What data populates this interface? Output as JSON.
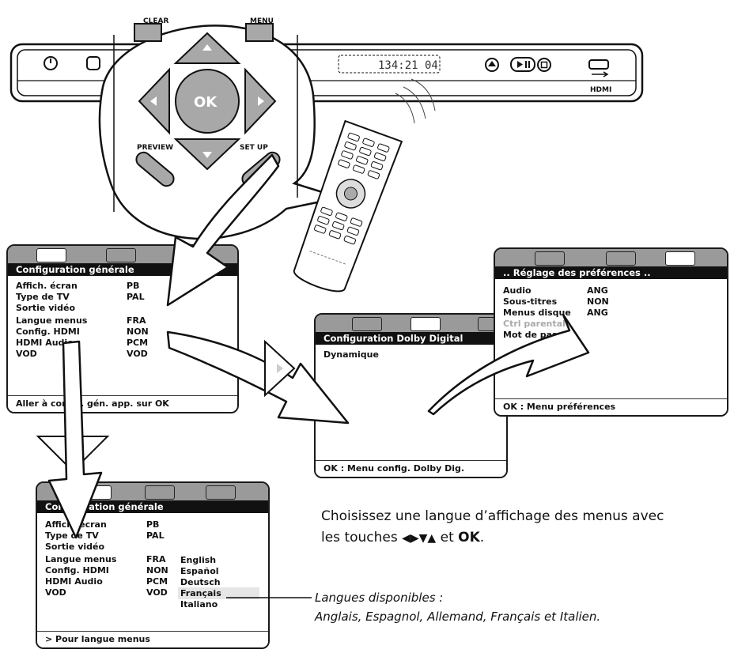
{
  "remote_zoom": {
    "clear_label": "CLEAR",
    "menu_label": "MENU",
    "ok_label": "OK",
    "preview_label": "PREVIEW",
    "setup_label": "SET UP"
  },
  "player": {
    "display_text": "134:21 04",
    "hdmi_label": "HDMI"
  },
  "screen_general": {
    "header": "Configuration  générale",
    "rows": [
      {
        "label": "Affich. écran",
        "value": "PB"
      },
      {
        "label": "Type de TV",
        "value": "PAL"
      },
      {
        "label": "Sortie vidéo",
        "value": ""
      },
      {
        "label": "Langue menus",
        "value": "FRA"
      },
      {
        "label": "Config. HDMI",
        "value": "NON"
      },
      {
        "label": "HDMI Audio",
        "value": "PCM"
      },
      {
        "label": "VOD",
        "value": "VOD"
      }
    ],
    "footer": "Aller à config. gén. app. sur OK"
  },
  "screen_dolby": {
    "header": "Configuration  Dolby  Digital",
    "rows": [
      {
        "label": "Dynamique",
        "value": ""
      }
    ],
    "footer": "OK : Menu config. Dolby Dig."
  },
  "screen_prefs": {
    "header": ".. Réglage des préférences ..",
    "rows": [
      {
        "label": "Audio",
        "value": "ANG"
      },
      {
        "label": "Sous-titres",
        "value": "NON"
      },
      {
        "label": "Menus disque",
        "value": "ANG"
      },
      {
        "label": "Ctrl parental",
        "value": ""
      },
      {
        "label": "Mot de passe",
        "value": ""
      }
    ],
    "footer": "OK : Menu préférences"
  },
  "screen_lang": {
    "header": "Configuration  générale",
    "rows": [
      {
        "label": "Affich. écran",
        "value": "PB"
      },
      {
        "label": "Type de TV",
        "value": "PAL"
      },
      {
        "label": "Sortie vidéo",
        "value": ""
      },
      {
        "label": "Langue menus",
        "value": "FRA"
      },
      {
        "label": "Config. HDMI",
        "value": "NON"
      },
      {
        "label": "HDMI Audio",
        "value": "PCM"
      },
      {
        "label": "VOD",
        "value": "VOD"
      }
    ],
    "languages": [
      "English",
      "Español",
      "Deutsch",
      "Français",
      "Italiano"
    ],
    "selected_language": "Français",
    "footer": "> Pour langue menus"
  },
  "instruction": {
    "line1": "Choisissez une langue d’affichage des menus avec",
    "line2_prefix": "les touches ",
    "arrows": "◀▶▼▲",
    "line2_mid": " et ",
    "ok": "OK",
    "line2_suffix": "."
  },
  "languages_note": {
    "line1": "Langues disponibles :",
    "line2": "Anglais, Espagnol, Allemand, Français et Italien."
  },
  "colors": {
    "tabbar": "#9a9a9a",
    "header_bg": "#111111",
    "highlight": "#e6e6e6",
    "arrow_fill": "#ffffff",
    "arrow_stroke": "#1a1a1a"
  }
}
